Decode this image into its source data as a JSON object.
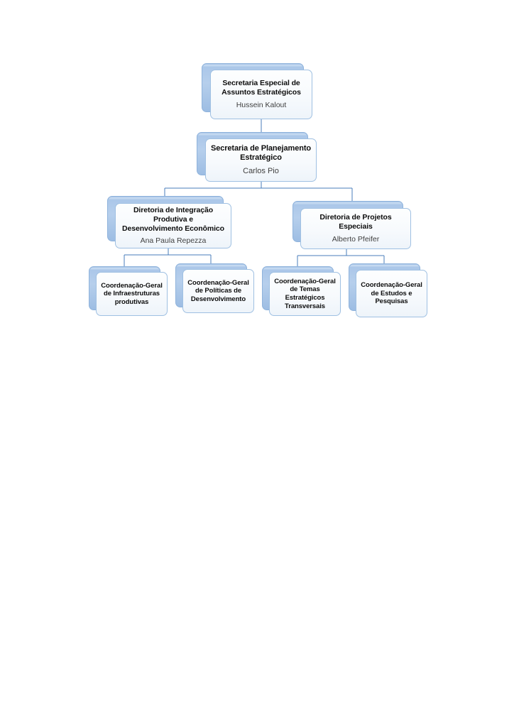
{
  "document": {
    "type": "organizational-chart",
    "language": "pt-BR",
    "background_color": "#ffffff"
  },
  "theme": {
    "box_fill": "#fbfdfe",
    "box_border": "#9fc0e2",
    "shadow_fill": "#aec8e8",
    "shadow_border": "#8fb3dc",
    "connector_color": "#4a7ebb",
    "title_color": "#0d0d0d",
    "person_color": "#3f3f3f"
  },
  "nodes": {
    "secretaria_especial": {
      "title": "Secretaria Especial de Assuntos Estratégicos",
      "title_lines": [
        "Secretaria Especial de",
        "Assuntos Estratégicos"
      ],
      "person": "Hussein Kalout",
      "level": 1
    },
    "secretaria_planejamento": {
      "title": "Secretaria de Planejamento Estratégico",
      "title_lines": [
        "Secretaria de Planejamento",
        "Estratégico"
      ],
      "person": "Carlos Pio",
      "level": 2
    },
    "diretoria_integracao": {
      "title": "Diretoria de Integração Produtiva e Desenvolvimento Econômico",
      "title_lines": [
        "Diretoria de Integração",
        "Produtiva e",
        "Desenvolvimento Econômico"
      ],
      "person": "Ana Paula Repezza",
      "level": 3
    },
    "diretoria_projetos": {
      "title": "Diretoria de Projetos Especiais",
      "title_lines": [
        "Diretoria de Projetos Especiais"
      ],
      "person": "Alberto Pfeifer",
      "level": 3
    },
    "cg_infraestruturas": {
      "title": "Coordenação-Geral de Infraestruturas produtivas",
      "title_lines": [
        "Coordenação-Geral",
        "de Infraestruturas",
        "produtivas"
      ],
      "person": "",
      "level": 4
    },
    "cg_politicas": {
      "title": "Coordenação-Geral de Políticas de Desenvolvimento",
      "title_lines": [
        "Coordenação-Geral",
        "de Políticas de",
        "Desenvolvimento"
      ],
      "person": "",
      "level": 4
    },
    "cg_temas": {
      "title": "Coordenação-Geral de Temas Estratégicos Transversais",
      "title_lines": [
        "Coordenação-Geral",
        "de Temas",
        "Estratégicos",
        "Transversais"
      ],
      "person": "",
      "level": 4
    },
    "cg_estudos": {
      "title": "Coordenação-Geral de Estudos e Pesquisas",
      "title_lines": [
        "Coordenação-Geral",
        "de Estudos e",
        "Pesquisas"
      ],
      "person": "",
      "level": 4
    }
  },
  "hierarchy": [
    {
      "parent": "secretaria_especial",
      "children": [
        "secretaria_planejamento"
      ]
    },
    {
      "parent": "secretaria_planejamento",
      "children": [
        "diretoria_integracao",
        "diretoria_projetos"
      ]
    },
    {
      "parent": "diretoria_integracao",
      "children": [
        "cg_infraestruturas",
        "cg_politicas"
      ]
    },
    {
      "parent": "diretoria_projetos",
      "children": [
        "cg_temas",
        "cg_estudos"
      ]
    }
  ]
}
